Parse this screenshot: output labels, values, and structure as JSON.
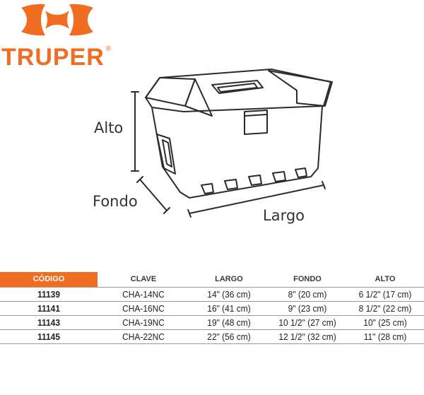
{
  "brand": {
    "name": "TRUPER",
    "registered": "®",
    "color": "#f06d21"
  },
  "dimension_labels": {
    "alto": "Alto",
    "fondo": "Fondo",
    "largo": "Largo"
  },
  "table": {
    "header_color": "#f06d21",
    "columns": [
      "CÓDIGO",
      "CLAVE",
      "LARGO",
      "FONDO",
      "ALTO"
    ],
    "rows": [
      {
        "codigo": "11139",
        "clave": "CHA-14NC",
        "largo": "14\" (36 cm)",
        "fondo": "8\" (20 cm)",
        "alto": "6 1/2\" (17 cm)"
      },
      {
        "codigo": "11141",
        "clave": "CHA-16NC",
        "largo": "16\" (41 cm)",
        "fondo": "9\" (23 cm)",
        "alto": "8 1/2\" (22 cm)"
      },
      {
        "codigo": "11143",
        "clave": "CHA-19NC",
        "largo": "19\" (48 cm)",
        "fondo": "10 1/2\" (27 cm)",
        "alto": "10\" (25 cm)"
      },
      {
        "codigo": "11145",
        "clave": "CHA-22NC",
        "largo": "22\" (56 cm)",
        "fondo": "12 1/2\" (32 cm)",
        "alto": "11\" (28 cm)"
      }
    ]
  },
  "icons": {
    "logo_mark": "truper-logo-icon",
    "product": "toolbox-outline-icon"
  }
}
